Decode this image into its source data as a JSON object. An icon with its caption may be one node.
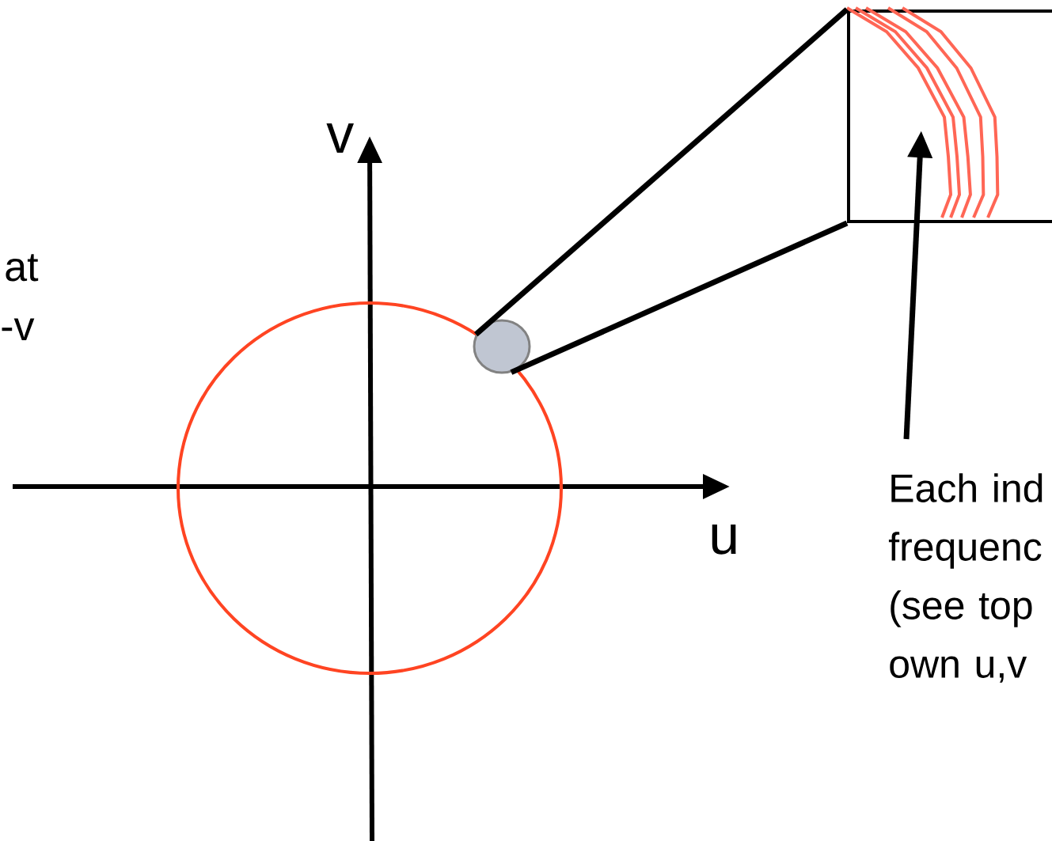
{
  "diagram": {
    "nodes": [
      {
        "text": [],
        "shape": "box"
      },
      {
        "text": [],
        "shape": "picture",
        "in": 0
      },
      {
        "text": [],
        "shape": "circle"
      },
      {
        "text": [
          "Each ind frequenc (see top own u,v"
        ]
      }
    ],
    "edges": [
      {
        "from": 2,
        "to": 0,
        "arrow": "none"
      },
      {
        "from": 2,
        "to": 0,
        "arrow": "none"
      },
      {
        "from": 3,
        "to": 1,
        "arrow": "to"
      }
    ],
    "labels": [
      "v",
      "u",
      "at",
      "-v"
    ]
  }
}
